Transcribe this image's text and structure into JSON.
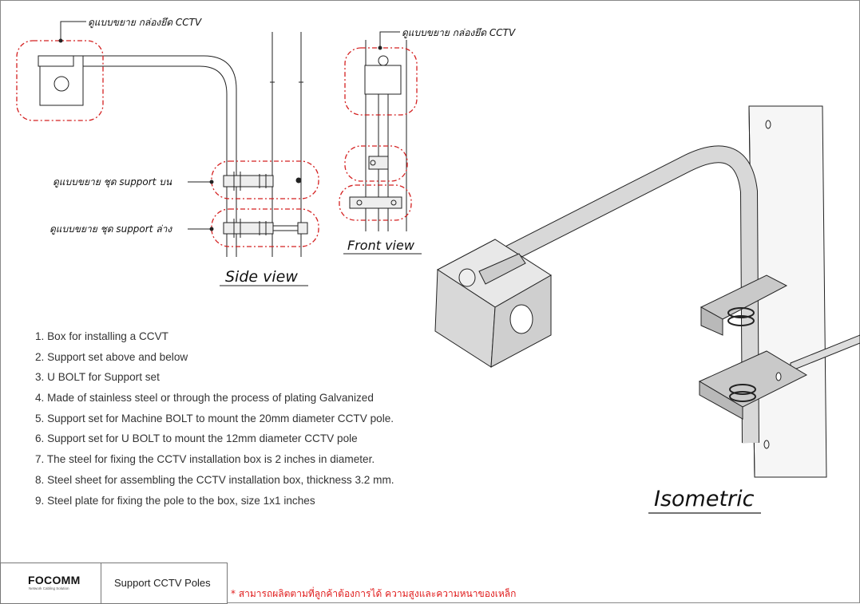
{
  "callouts": {
    "cctv_box_side": "ดูแบบขยาย กล่องยึด CCTV",
    "cctv_box_front": "ดูแบบขยาย กล่องยึด CCTV",
    "support_upper": "ดูแบบขยาย ชุด support บน",
    "support_lower": "ดูแบบขยาย ชุด support ล่าง"
  },
  "views": {
    "side": "Side view",
    "front": "Front view",
    "isometric": "Isometric"
  },
  "notes": [
    "1. Box for installing a CCVT",
    "2. Support set above and below",
    "3. U BOLT for Support set",
    "4. Made of stainless steel or through the process of plating Galvanized",
    "5. Support set for Machine BOLT to mount the 20mm diameter CCTV pole.",
    "6. Support set for U BOLT to mount the 12mm diameter CCTV pole",
    "7. The steel for fixing the CCTV installation box is 2 inches in diameter.",
    "8. Steel sheet for assembling the CCTV installation box, thickness 3.2 mm.",
    "9. Steel plate for fixing the pole to the box, size 1x1 inches"
  ],
  "footer": {
    "brand": "FOCOMM",
    "tagline": "Network Cabling Solution",
    "title": "Support CCTV Poles",
    "disclaimer": "* สามารถผลิตตามที่ลูกค้าต้องการได้ ความสูงและความหนาของเหล็ก"
  },
  "colors": {
    "highlight_circle": "#d42020",
    "disclaimer": "#e01b1b",
    "logo_red": "#d7232a"
  }
}
